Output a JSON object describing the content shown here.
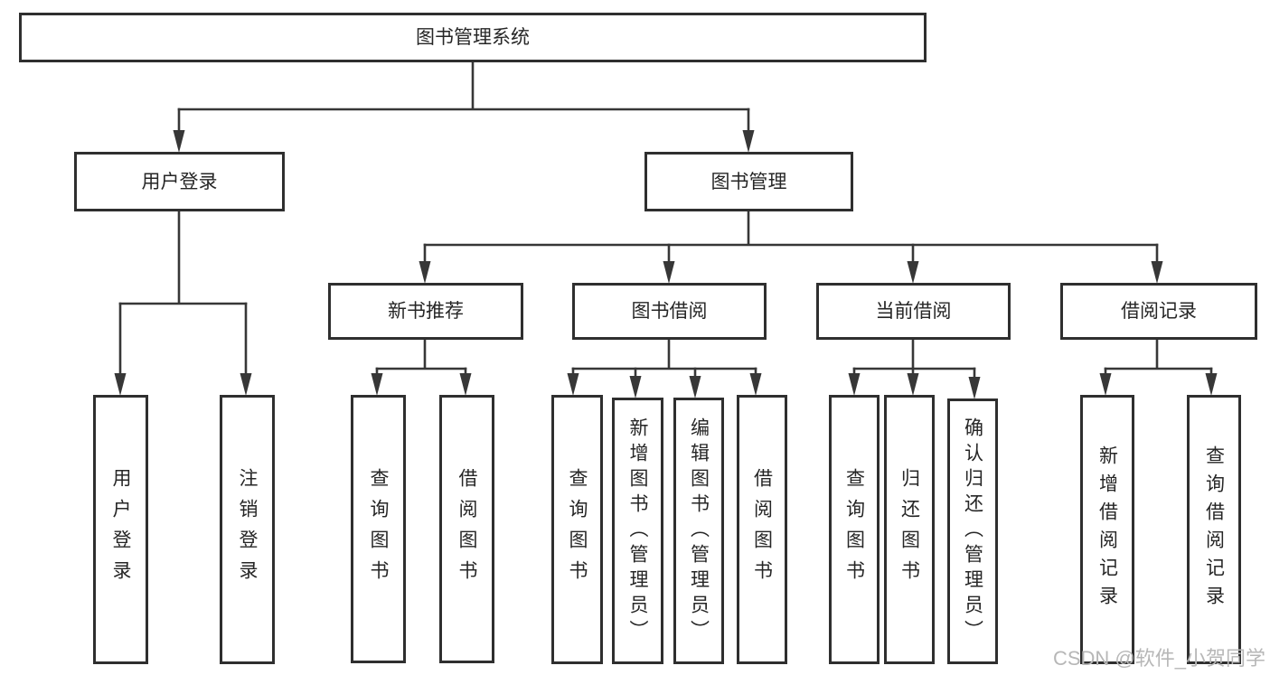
{
  "tree": {
    "root": "图书管理系统",
    "children": [
      {
        "label": "用户登录",
        "children": [
          {
            "label": "用户登录"
          },
          {
            "label": "注销登录"
          }
        ]
      },
      {
        "label": "图书管理",
        "children": [
          {
            "label": "新书推荐",
            "children": [
              {
                "label": "查询图书"
              },
              {
                "label": "借阅图书"
              }
            ]
          },
          {
            "label": "图书借阅",
            "children": [
              {
                "label": "查询图书"
              },
              {
                "label": "新增图书（管理员）"
              },
              {
                "label": "编辑图书（管理员）"
              },
              {
                "label": "借阅图书"
              }
            ]
          },
          {
            "label": "当前借阅",
            "children": [
              {
                "label": "查询图书"
              },
              {
                "label": "归还图书"
              },
              {
                "label": "确认归还（管理员）"
              }
            ]
          },
          {
            "label": "借阅记录",
            "children": [
              {
                "label": "新增借阅记录"
              },
              {
                "label": "查询借阅记录"
              }
            ]
          }
        ]
      }
    ]
  },
  "watermark": "CSDN @软件_小贺同学",
  "colors": {
    "line": "#373737",
    "box_border": "#2f2f2f",
    "text": "#262626",
    "watermark": "#b7b7b7",
    "background": "#ffffff"
  }
}
